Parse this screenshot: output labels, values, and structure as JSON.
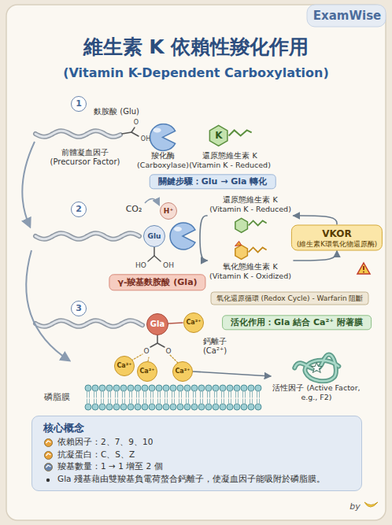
{
  "diagram": {
    "title": "維生素 K 依賴性羧化作用",
    "nodes": [
      {
        "text": [
          "關鍵步驟：Glu → Gla 轉化"
        ]
      },
      {
        "text": [
          "羧化酶 (Carboxylase)"
        ]
      },
      {
        "text": [
          "K",
          "還原態維生素 K (Vitamin K - Reduced)"
        ]
      },
      {
        "text": [
          "H⁺"
        ]
      },
      {
        "text": [
          "Glu"
        ]
      },
      {
        "text": [
          "γ-羧基麩胺酸 (Gla)"
        ]
      },
      {
        "text": [
          "還原態維生素 K (Vitamin K - Reduced)"
        ]
      },
      {
        "text": [
          "VKOR",
          "(維生素K環氧化物還原酶)"
        ]
      },
      {
        "text": [
          "氧化態維生素 K (Vitamin K - Oxidized)"
        ]
      },
      {
        "text": [
          "氧化還原循環 (Redox Cycle) - Warfarin 阻斷"
        ]
      },
      {
        "text": [
          "Gla"
        ]
      },
      {
        "text": [
          "Ca²⁺"
        ]
      },
      {
        "text": [
          "活化作用：Gla 結合 Ca²⁺ 附著膜"
        ]
      },
      {
        "text": [
          "Ca²⁺"
        ]
      },
      {
        "text": [
          "Ca²⁺"
        ]
      },
      {
        "text": [
          "Ca²⁺"
        ]
      },
      {
        "text": [
          "活性因子 (Active Factor, e.g., F2)"
        ]
      },
      {
        "text": [
          "核心概念",
          "依賴因子：2、7、9、10",
          "抗凝蛋白：C、S、Z",
          "羧基數量：1 → 1 增至 2 個",
          "Gla 殘基藉由雙羧基負電荷螯合鈣離子，使凝血因子能吸附於磷脂膜。"
        ]
      }
    ],
    "edges": [
      {
        "from": 6,
        "to": 8,
        "arrow": "to"
      },
      {
        "from": 8,
        "to": 7,
        "arrow": "to"
      },
      {
        "from": 7,
        "to": 6,
        "arrow": "to"
      },
      {
        "from": 15,
        "to": 16,
        "arrow": "to"
      }
    ],
    "labels": [
      "ExamWise",
      "(Vitamin K-Dependent Carboxylation)",
      "1",
      "麩胺酸 (Glu)",
      "O",
      "OH",
      "前體凝血因子 (Precursor Factor)",
      "2",
      "CO₂",
      "HO",
      "OH",
      "3",
      "O",
      "O",
      "鈣離子 (Ca²⁺)",
      "磷脂膜",
      "by"
    ]
  }
}
